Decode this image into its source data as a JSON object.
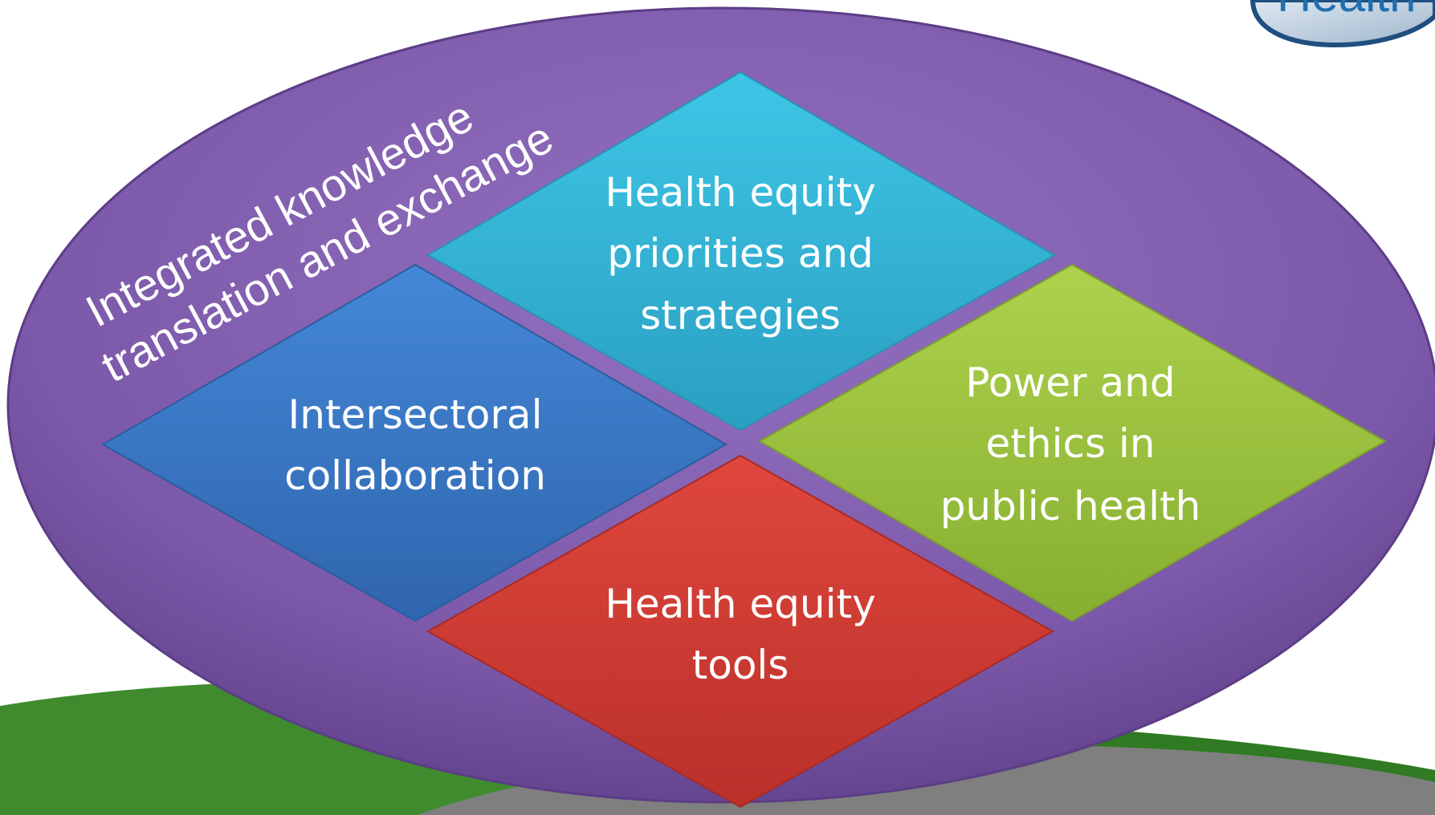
{
  "logo": {
    "text": "Health"
  },
  "arc_text": {
    "line1": "Integrated knowledge",
    "line2": "translation and exchange"
  },
  "diamonds": [
    {
      "id": "top",
      "lines": [
        "Health equity",
        "priorities and",
        "strategies"
      ],
      "color": "#2fb5d6"
    },
    {
      "id": "left",
      "lines": [
        "Intersectoral",
        "collaboration"
      ],
      "color": "#3a78c6"
    },
    {
      "id": "right",
      "lines": [
        "Power and",
        "ethics in",
        "public health"
      ],
      "color": "#9cc43e"
    },
    {
      "id": "bottom",
      "lines": [
        "Health equity",
        "tools"
      ],
      "color": "#cf3b33"
    }
  ],
  "colors": {
    "ellipse": "#7a57a8",
    "ground_green": "#3d8a2f",
    "ground_gray": "#808080"
  }
}
